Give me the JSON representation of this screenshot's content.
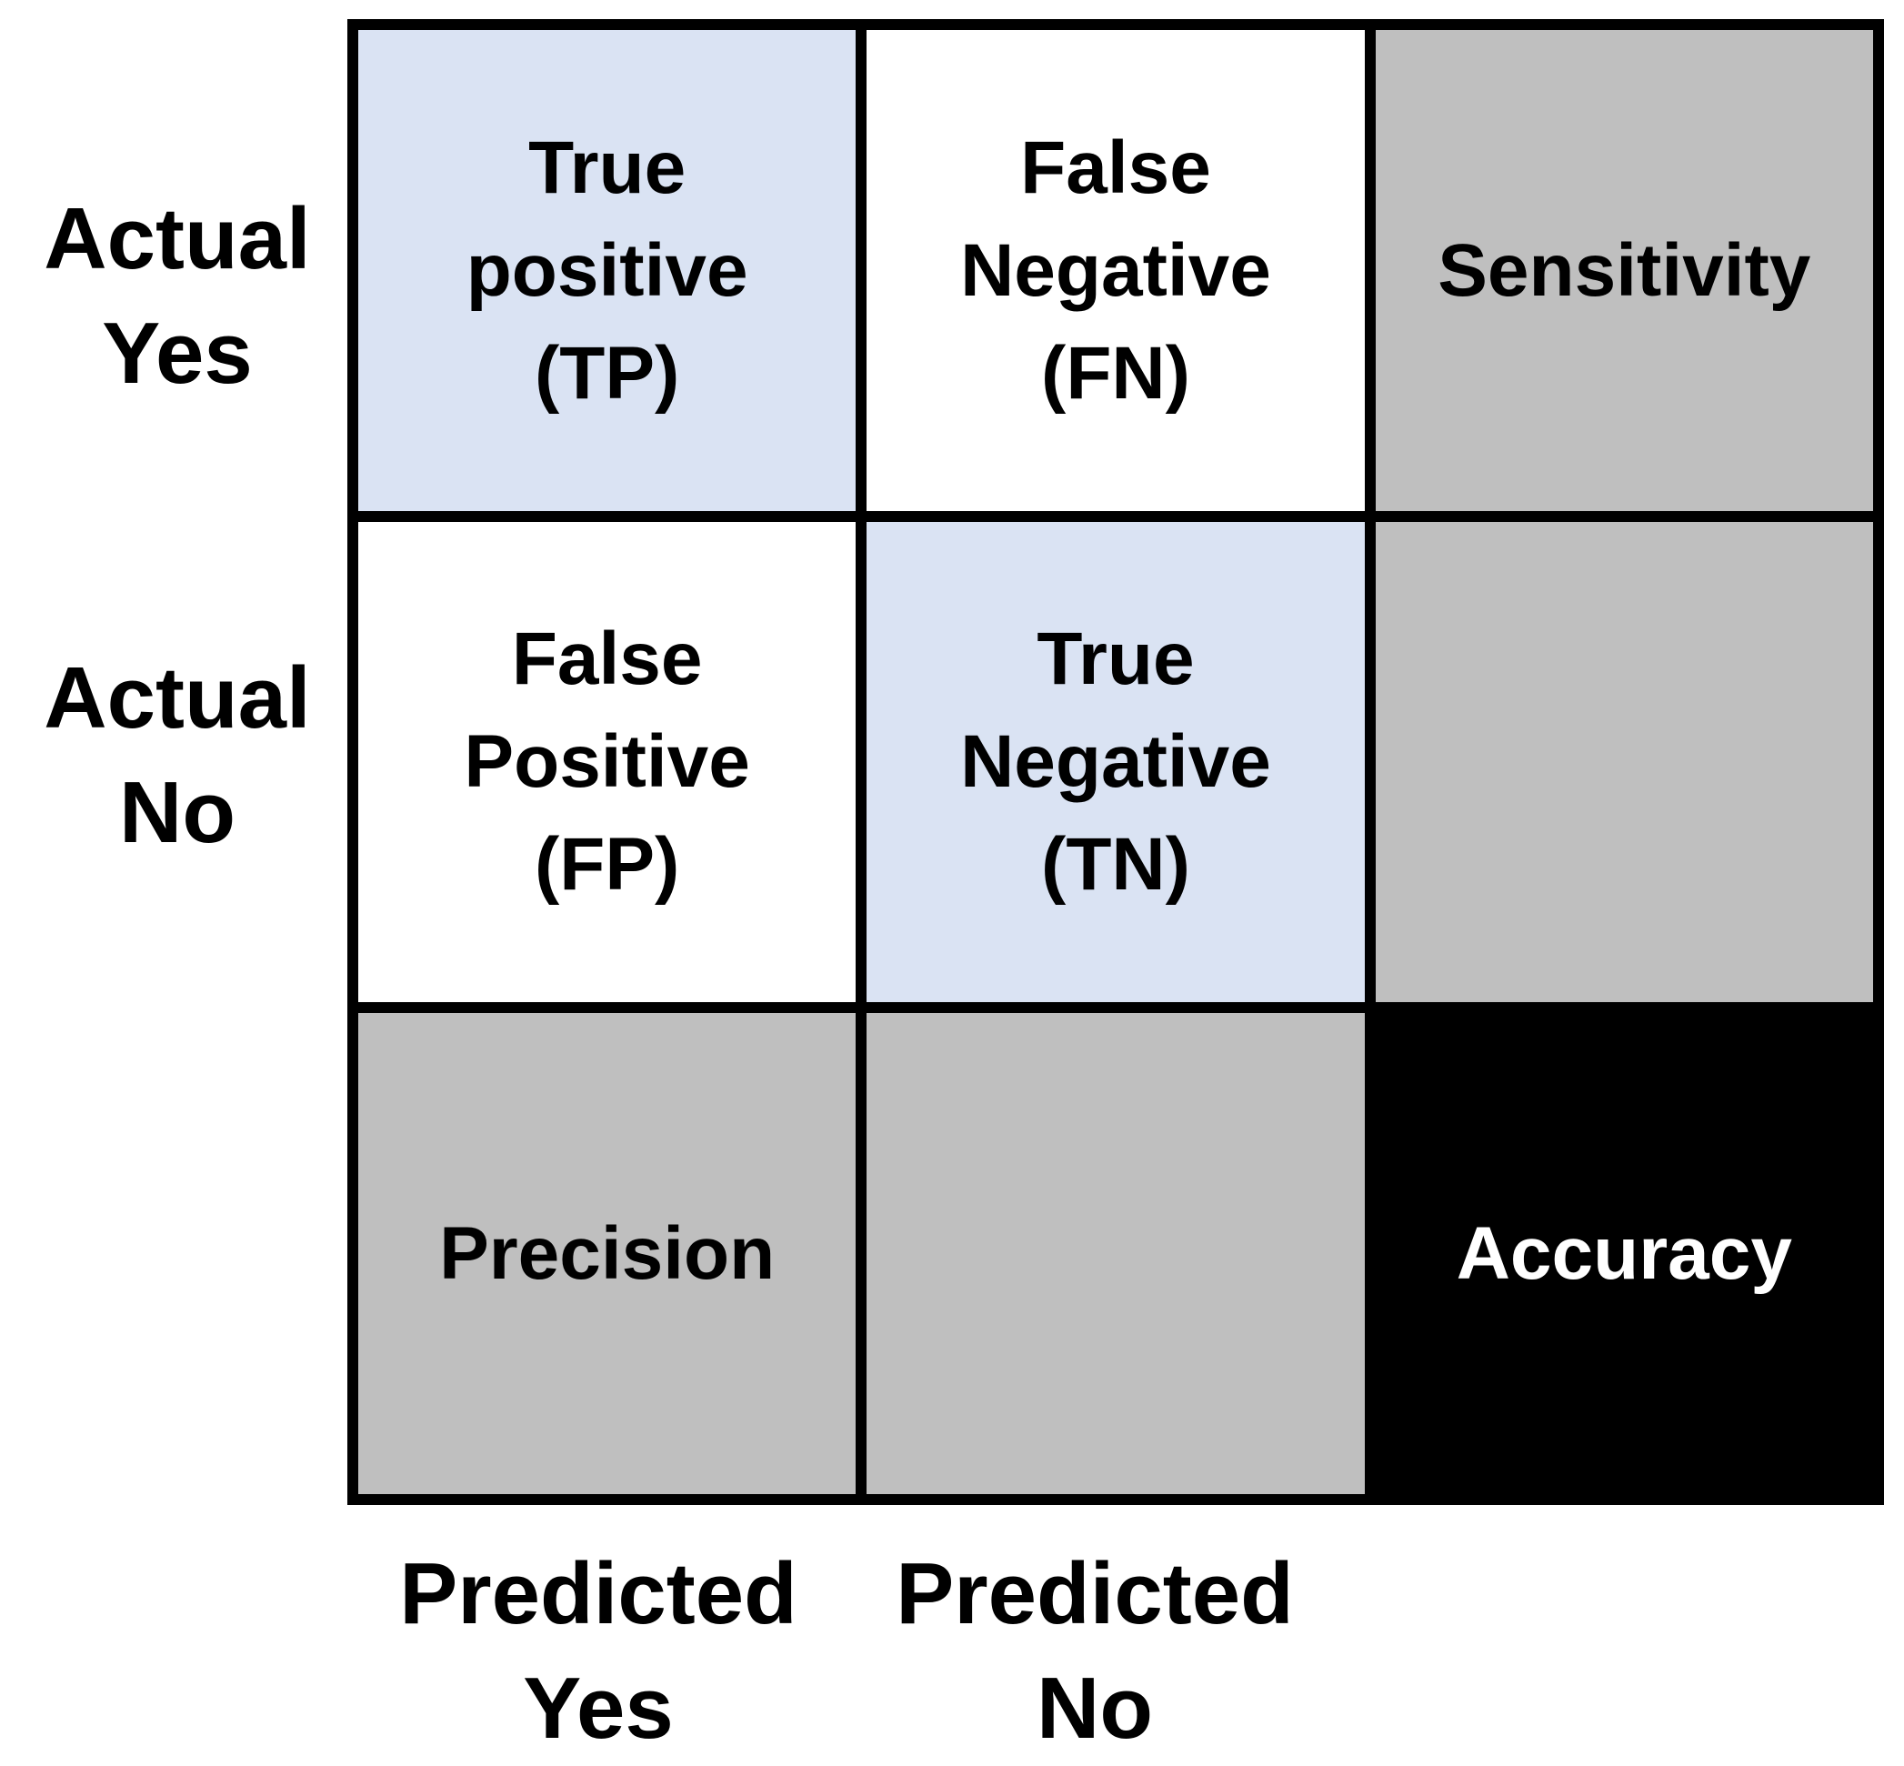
{
  "row_labels": {
    "actual_yes": "Actual\nYes",
    "actual_no": "Actual\nNo"
  },
  "col_labels": {
    "predicted_yes": "Predicted\nYes",
    "predicted_no": "Predicted\nNo"
  },
  "cells": {
    "tp": "True\npositive\n(TP)",
    "fn": "False\nNegative\n(FN)",
    "sensitivity": "Sensitivity",
    "fp": "False\nPositive\n(FP)",
    "tn": "True\nNegative\n(TN)",
    "empty_right": "",
    "precision": "Precision",
    "empty_bottom": "",
    "accuracy": "Accuracy"
  },
  "colors": {
    "blue_cell": "#dae3f3",
    "gray_cell": "#bfbfbf",
    "accuracy_cell": "#000000",
    "border": "#000000"
  }
}
